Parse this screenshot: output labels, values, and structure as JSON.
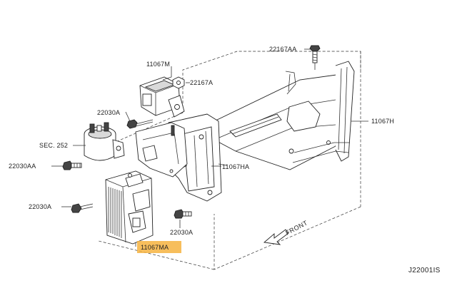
{
  "labels": {
    "p22167AA": "22167AA",
    "p11067M": "11067M",
    "p22167A": "22167A",
    "p22030A_top": "22030A",
    "sec252": "SEC. 252",
    "p22030AA": "22030AA",
    "p11067HA": "11067HA",
    "p11067H": "11067H",
    "p22030A_left": "22030A",
    "p22030A_bottom": "22030A",
    "p11067MA": "11067MA",
    "front": "FRONT",
    "diagram_code": "J22001IS"
  },
  "colors": {
    "highlight": "#f6b33f",
    "line": "#333333"
  }
}
